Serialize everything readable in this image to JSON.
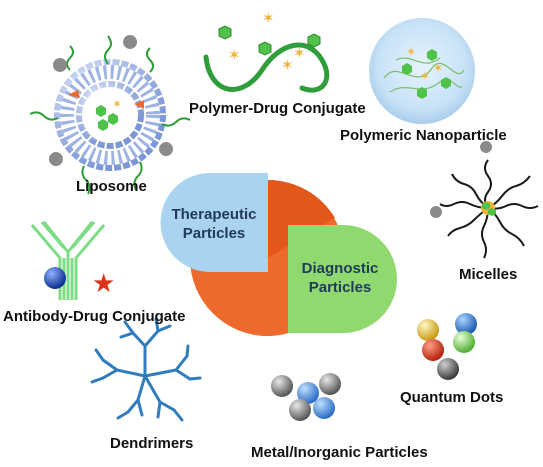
{
  "center": {
    "therapeutic_line1": "Therapeutic",
    "therapeutic_line2": "Particles",
    "diagnostic_line1": "Diagnostic",
    "diagnostic_line2": "Particles"
  },
  "labels": {
    "polymer_drug_conjugate": "Polymer-Drug Conjugate",
    "polymeric_nanoparticle": "Polymeric Nanoparticle",
    "liposome": "Liposome",
    "micelles": "Micelles",
    "antibody_drug_conjugate": "Antibody-Drug Conjugate",
    "quantum_dots": "Quantum Dots",
    "dendrimers": "Dendrimers",
    "metal_inorganic_particles": "Metal/Inorganic Particles"
  },
  "colors": {
    "therapeutic": "#a9d3f0",
    "diagnostic": "#8fd96e",
    "center_back": "#ee6a2c",
    "polymer_green": "#2f9e3a",
    "drug_star": "#f2b334",
    "lipid_head": "#8fa9e6",
    "dendrimer_blue": "#2f7dbf"
  }
}
